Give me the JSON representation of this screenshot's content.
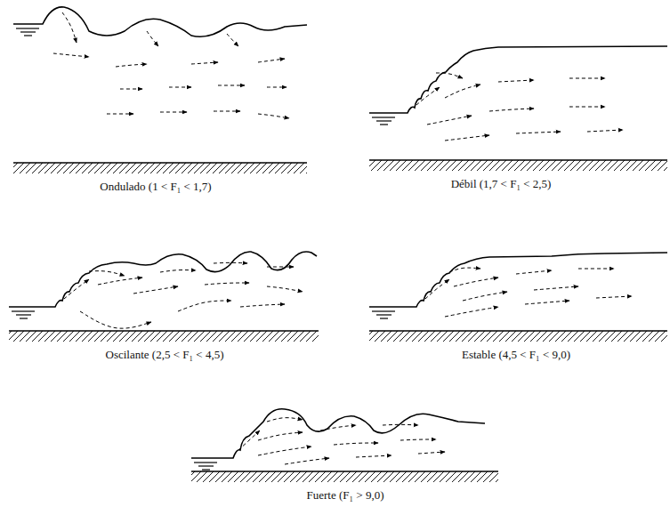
{
  "diagram": {
    "labels": [
      "Ondulado (1 < F₁ < 1,7)",
      "Débil (1,7 < F₁ < 2,5)",
      "Oscilante (2,5 < F₁ < 4,5)",
      "Estable (4,5 < F₁ < 9,0)",
      "Fuerte (F₁ > 9,0)"
    ]
  }
}
